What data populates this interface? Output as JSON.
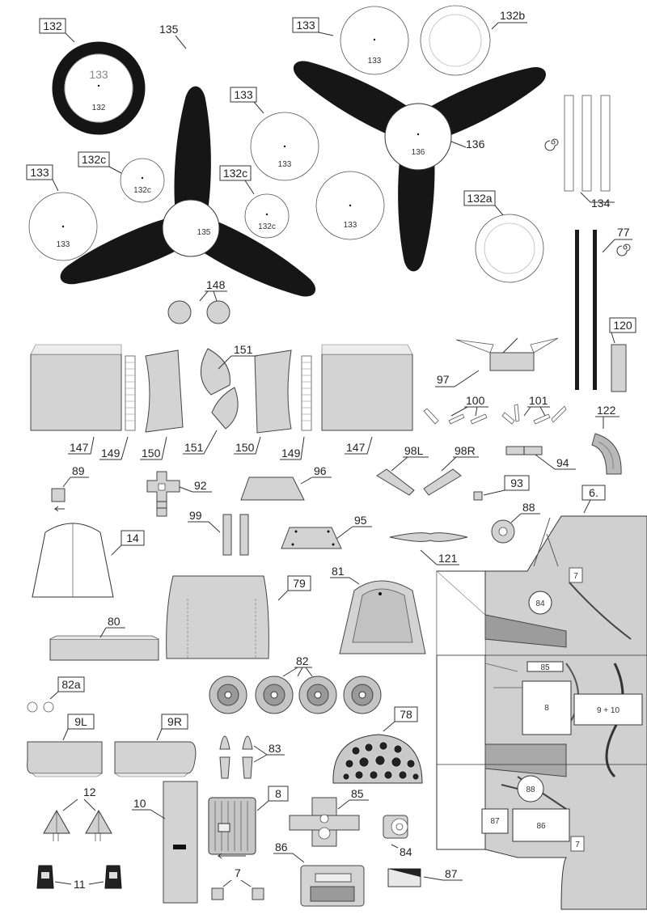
{
  "sheet": {
    "labels": {
      "p132": "132",
      "p132b": "132b",
      "p132a": "132a",
      "p132c_1": "132c",
      "p132c_2": "132c",
      "p133_1": "133",
      "p133_2": "133",
      "p133_3": "133",
      "p134": "134",
      "p135": "135",
      "p136": "136",
      "p77": "77",
      "p148": "148",
      "p151_top": "151",
      "p151_bot": "151",
      "p120": "120",
      "p147_l": "147",
      "p149_l": "149",
      "p150_l": "150",
      "p150_r": "150",
      "p149_r": "149",
      "p147_r": "147",
      "p97": "97",
      "p100": "100",
      "p101": "101",
      "p122": "122",
      "p98L": "98L",
      "p98R": "98R",
      "p94": "94",
      "p89": "89",
      "p92": "92",
      "p96": "96",
      "p93": "93",
      "p88": "88",
      "p6": "6.",
      "p99": "99",
      "p95": "95",
      "p14": "14",
      "p121": "121",
      "p79": "79",
      "p81": "81",
      "p80": "80",
      "p82": "82",
      "p82a": "82a",
      "p78": "78",
      "p9L": "9L",
      "p9R": "9R",
      "p83": "83",
      "p12": "12",
      "p10": "10",
      "p8": "8",
      "p85": "85",
      "p84": "84",
      "p11": "11",
      "p7": "7",
      "p86": "86",
      "p87": "87"
    },
    "inner": {
      "c132_a": "133",
      "c132_b": "132",
      "c133_top": "133",
      "c133_mid": "133",
      "c133_left": "133",
      "c133_right": "133",
      "c132c_1": "132c",
      "c132c_2": "132c",
      "hub135": "135",
      "hub136": "136"
    },
    "fuselage": {
      "f7_top": "7",
      "f84": "84",
      "f85": "85",
      "f8": "8",
      "f9_10": "9 + 10",
      "f88": "88",
      "f87": "87",
      "f86": "86",
      "f7_bot": "7"
    }
  }
}
